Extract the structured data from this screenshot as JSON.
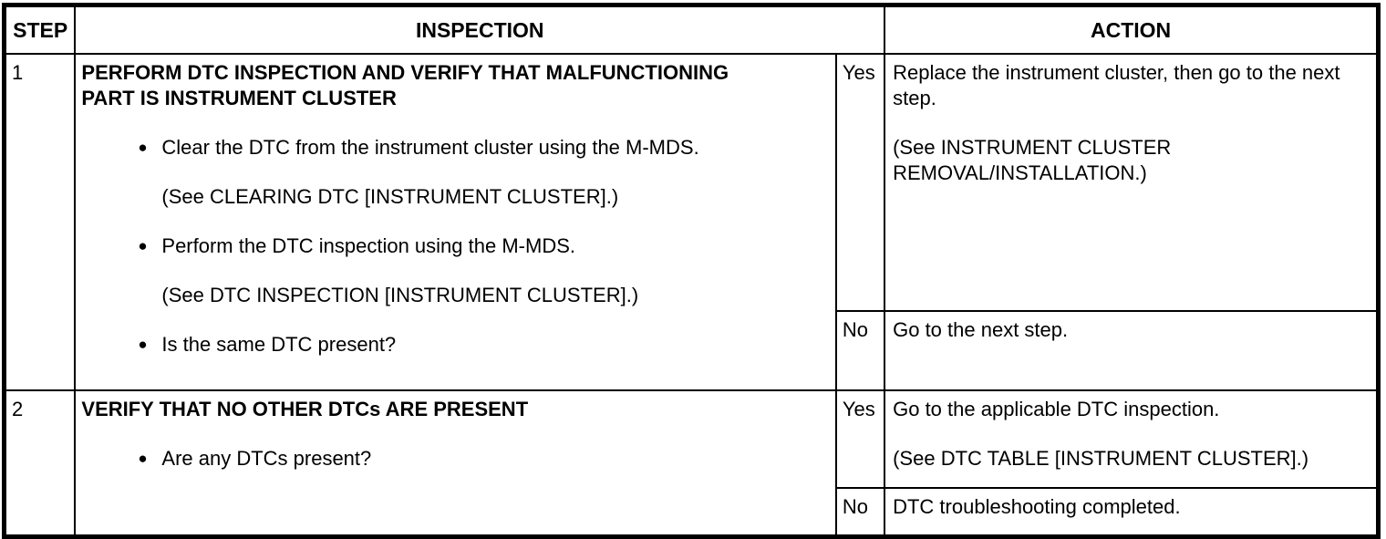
{
  "bullet_glyph": "●",
  "header": {
    "step": "STEP",
    "inspection": "INSPECTION",
    "action": "ACTION"
  },
  "steps": [
    {
      "step": "1",
      "title": "PERFORM DTC INSPECTION AND VERIFY THAT MALFUNCTIONING PART IS INSTRUMENT CLUSTER",
      "bullets": [
        {
          "text": "Clear the DTC from the instrument cluster using the M-MDS.",
          "ref": "(See CLEARING DTC [INSTRUMENT CLUSTER].)"
        },
        {
          "text": "Perform the DTC inspection using the M-MDS.",
          "ref": "(See DTC INSPECTION [INSTRUMENT CLUSTER].)"
        },
        {
          "text": "Is the same DTC present?",
          "ref": ""
        }
      ],
      "yes": {
        "label": "Yes",
        "action": "Replace the instrument cluster, then go to the next step.",
        "ref": "(See INSTRUMENT CLUSTER REMOVAL/INSTALLATION.)"
      },
      "no": {
        "label": "No",
        "action": "Go to the next step.",
        "ref": ""
      }
    },
    {
      "step": "2",
      "title": "VERIFY THAT NO OTHER DTCs ARE PRESENT",
      "bullets": [
        {
          "text": "Are any DTCs present?",
          "ref": ""
        }
      ],
      "yes": {
        "label": "Yes",
        "action": "Go to the applicable DTC inspection.",
        "ref": "(See DTC TABLE [INSTRUMENT CLUSTER].)"
      },
      "no": {
        "label": "No",
        "action": "DTC troubleshooting completed.",
        "ref": ""
      }
    }
  ]
}
